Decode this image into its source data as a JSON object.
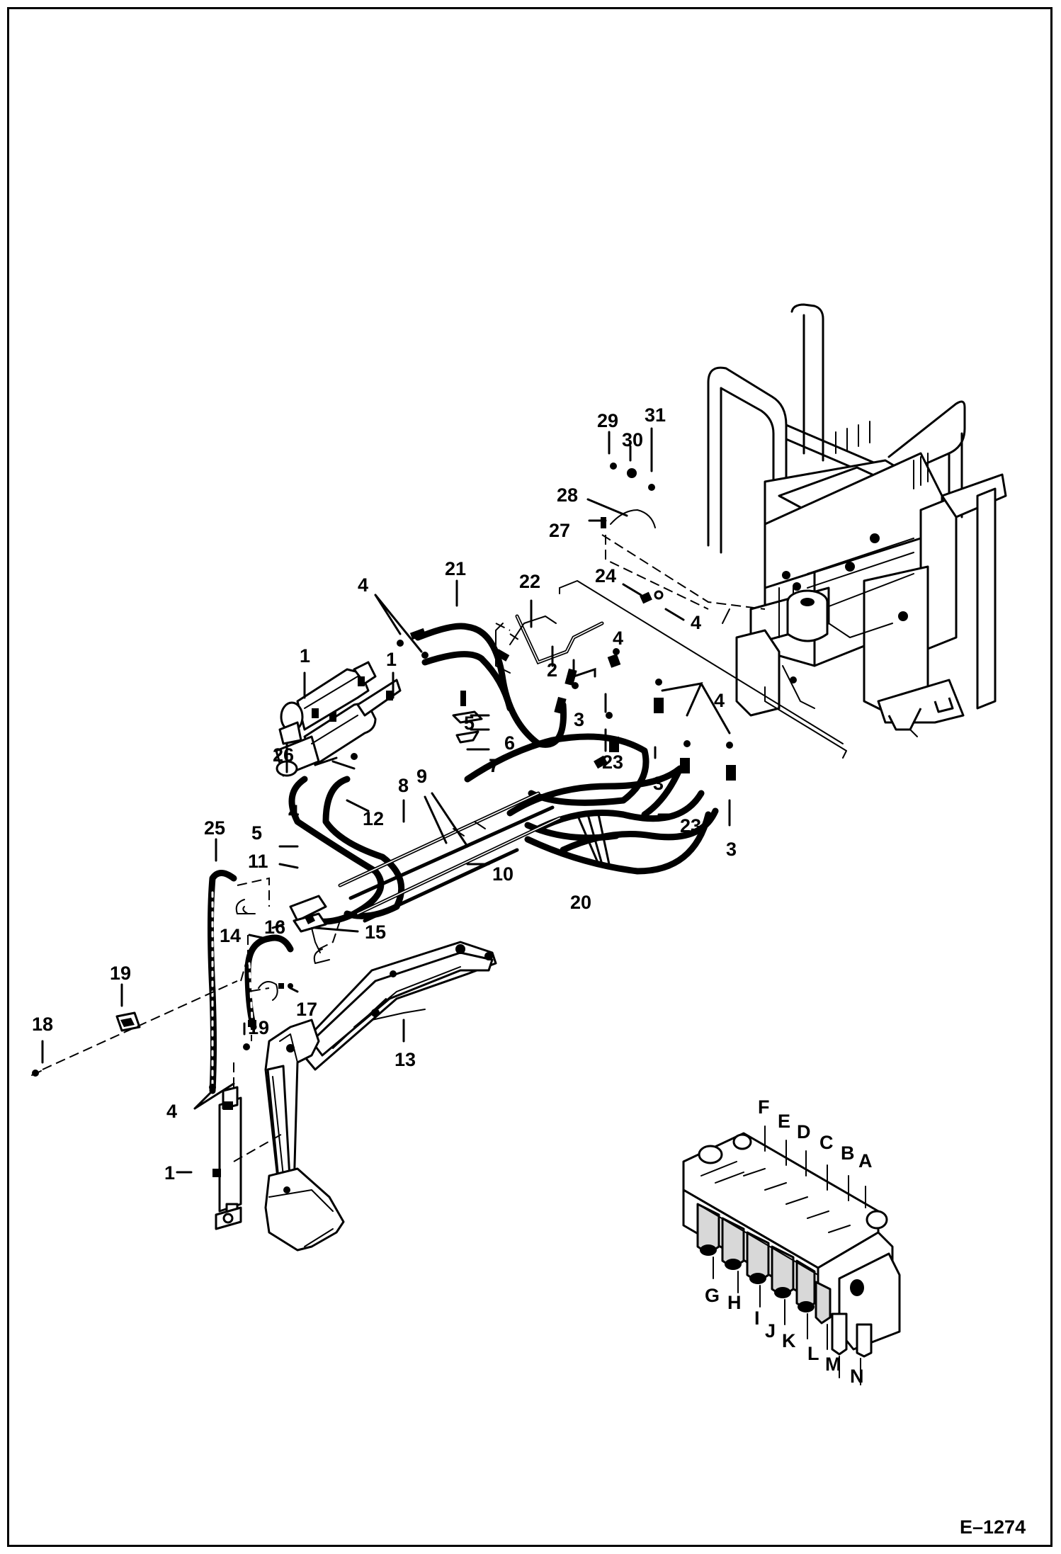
{
  "drawing_number": "E–1274",
  "callouts": {
    "c1a": "1",
    "c1b": "1",
    "c1c": "1",
    "c2": "2",
    "c3a": "3",
    "c3b": "3",
    "c3c": "3",
    "c4a": "4",
    "c4b": "4",
    "c4c": "4",
    "c4d": "4",
    "c4e": "4",
    "c4f": "4",
    "c5a": "5",
    "c5b": "5",
    "c6": "6",
    "c7": "7",
    "c8": "8",
    "c9": "9",
    "c10": "10",
    "c11": "11",
    "c12": "12",
    "c13": "13",
    "c14": "14",
    "c15": "15",
    "c16": "16",
    "c17": "17",
    "c18": "18",
    "c19a": "19",
    "c19b": "19",
    "c20": "20",
    "c21": "21",
    "c22": "22",
    "c23a": "23",
    "c23b": "23",
    "c24": "24",
    "c25": "25",
    "c26": "26",
    "c27": "27",
    "c28": "28",
    "c29": "29",
    "c30": "30",
    "c31": "31"
  },
  "valve_ports": {
    "top": [
      "F",
      "E",
      "D",
      "C",
      "B",
      "A"
    ],
    "bottom": [
      "G",
      "H",
      "I",
      "J",
      "K",
      "L",
      "M",
      "N"
    ]
  }
}
